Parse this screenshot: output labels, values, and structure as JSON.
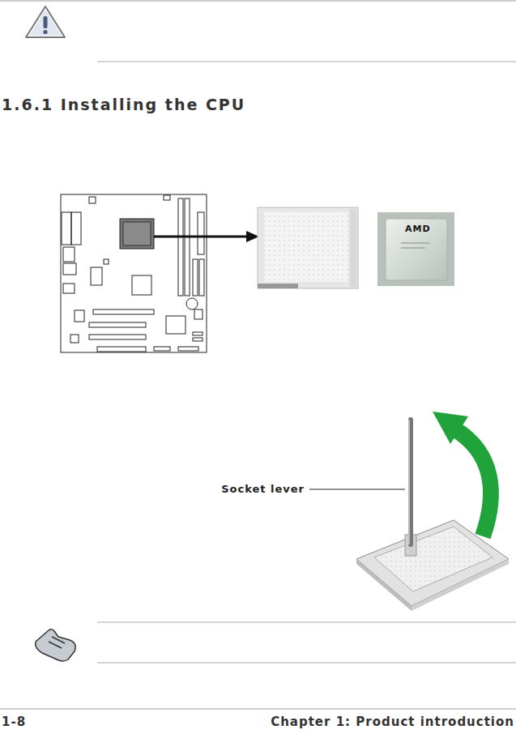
{
  "diagram": {
    "title": "1.6.1 Installing the CPU",
    "labels": [
      "AMD",
      "Socket lever",
      "1-8",
      "Chapter 1: Product introduction"
    ]
  }
}
